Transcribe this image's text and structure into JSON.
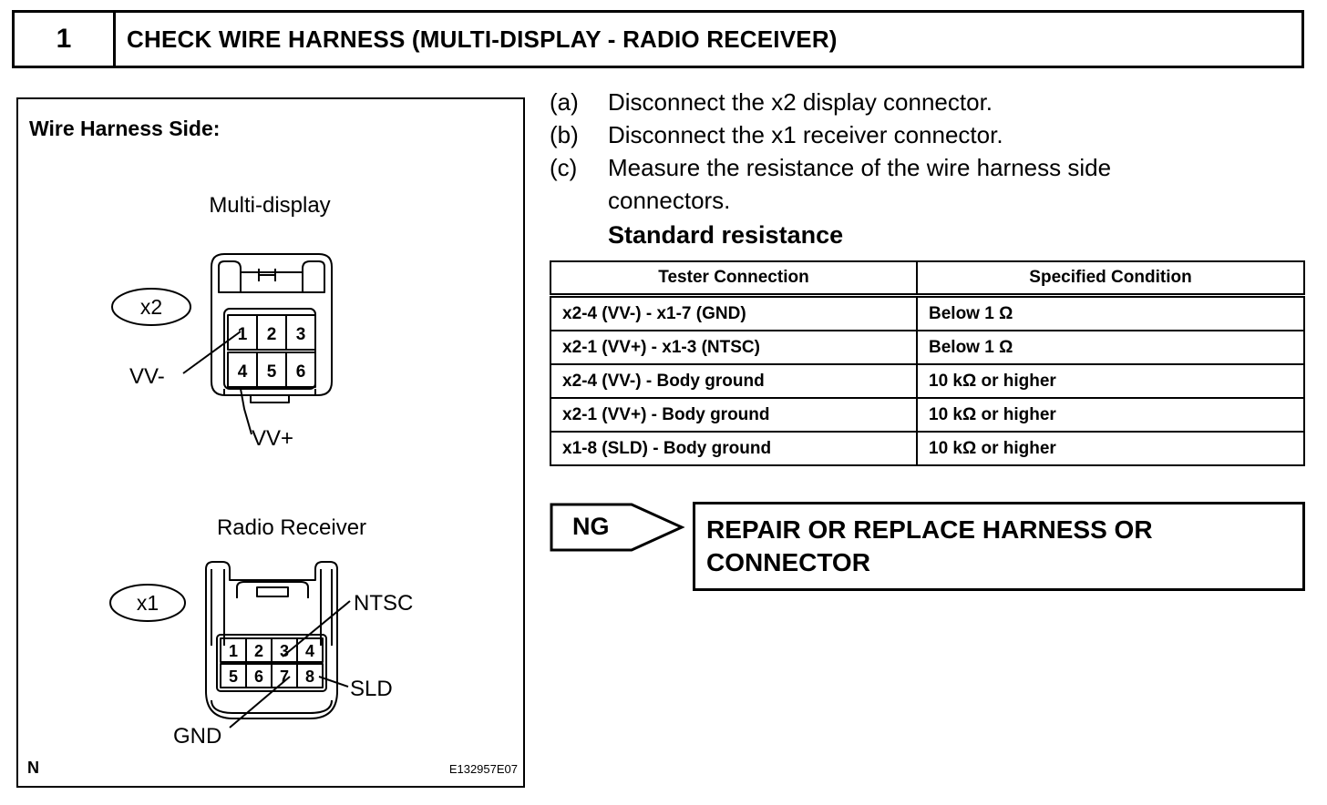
{
  "step": {
    "number": "1",
    "title": "CHECK WIRE HARNESS (MULTI-DISPLAY - RADIO RECEIVER)"
  },
  "diagram": {
    "heading": "Wire Harness Side:",
    "multi_display": {
      "title": "Multi-display",
      "connector_id": "x2",
      "pins": [
        "1",
        "2",
        "3",
        "4",
        "5",
        "6"
      ],
      "label_vv_minus": "VV-",
      "label_vv_plus": "VV+"
    },
    "radio_receiver": {
      "title": "Radio Receiver",
      "connector_id": "x1",
      "pins": [
        "1",
        "2",
        "3",
        "4",
        "5",
        "6",
        "7",
        "8"
      ],
      "label_ntsc": "NTSC",
      "label_sld": "SLD",
      "label_gnd": "GND"
    },
    "corner_mark": "N",
    "figure_code": "E132957E07"
  },
  "procedure": {
    "steps": [
      {
        "letter": "(a)",
        "text": "Disconnect the x2 display connector."
      },
      {
        "letter": "(b)",
        "text": "Disconnect the x1 receiver connector."
      },
      {
        "letter": "(c)",
        "text": "Measure the resistance of the wire harness side connectors."
      }
    ],
    "standard_label": "Standard resistance"
  },
  "spec_table": {
    "headers": [
      "Tester Connection",
      "Specified Condition"
    ],
    "rows": [
      [
        "x2-4 (VV-) - x1-7 (GND)",
        "Below 1 Ω"
      ],
      [
        "x2-1 (VV+) - x1-3 (NTSC)",
        "Below 1 Ω"
      ],
      [
        "x2-4 (VV-) - Body ground",
        "10 kΩ or higher"
      ],
      [
        "x2-1 (VV+) - Body ground",
        "10 kΩ or higher"
      ],
      [
        "x1-8 (SLD) - Body ground",
        "10 kΩ or higher"
      ]
    ]
  },
  "result": {
    "ng_label": "NG",
    "action": "REPAIR OR REPLACE HARNESS OR CONNECTOR"
  }
}
